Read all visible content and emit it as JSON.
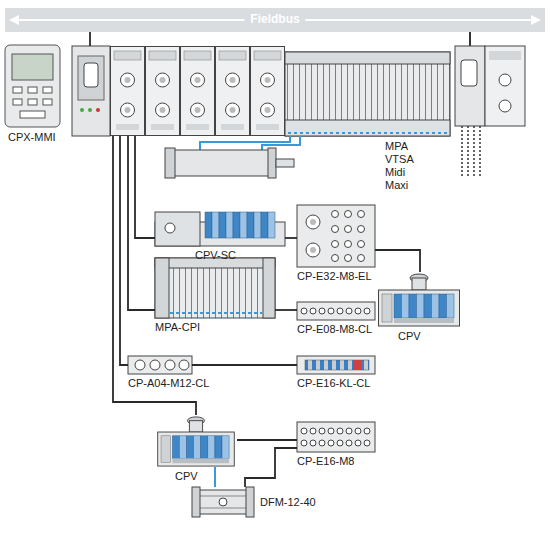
{
  "diagram": {
    "nodes": [
      {
        "text": [
          "Fieldbus"
        ]
      },
      {
        "text": [
          "CPX-MMI"
        ]
      },
      {
        "text": [
          "MPA VTSA Midi Maxi"
        ]
      },
      {
        "text": [
          "CPV-SC"
        ]
      },
      {
        "text": [
          "CP-E32-M8-EL"
        ]
      },
      {
        "text": [
          "CPV"
        ]
      },
      {
        "text": [
          "MPA-CPI"
        ]
      },
      {
        "text": [
          "CP-E08-M8-CL"
        ]
      },
      {
        "text": [
          "CP-A04-M12-CL"
        ]
      },
      {
        "text": [
          "CP-E16-KL-CL"
        ]
      },
      {
        "text": [
          "CPV"
        ]
      },
      {
        "text": [
          "CP-E16-M8"
        ]
      },
      {
        "text": [
          "DFM-12-40"
        ]
      }
    ],
    "edges": [
      {
        "from": 0,
        "to": 2,
        "arrow": "none"
      },
      {
        "from": 2,
        "to": 3,
        "arrow": "none"
      },
      {
        "from": 3,
        "to": 4,
        "arrow": "none"
      },
      {
        "from": 4,
        "to": 5,
        "arrow": "none"
      },
      {
        "from": 2,
        "to": 6,
        "arrow": "none"
      },
      {
        "from": 6,
        "to": 7,
        "arrow": "none"
      },
      {
        "from": 2,
        "to": 8,
        "arrow": "none"
      },
      {
        "from": 8,
        "to": 9,
        "arrow": "none"
      },
      {
        "from": 2,
        "to": 10,
        "arrow": "none"
      },
      {
        "from": 10,
        "to": 11,
        "arrow": "none"
      },
      {
        "from": 10,
        "to": 12,
        "arrow": "none"
      },
      {
        "from": 11,
        "to": 12,
        "arrow": "none"
      }
    ]
  }
}
